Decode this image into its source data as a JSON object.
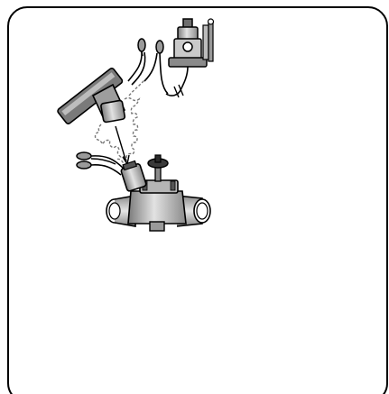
{
  "diagram": {
    "components": [
      {
        "name": "irrigation-controller",
        "icon": "controller-icon"
      },
      {
        "name": "remote-sensor-head",
        "icon": "sensor-head-icon"
      },
      {
        "name": "coiled-cable",
        "icon": "coiled-cable-icon"
      },
      {
        "name": "wire-connectors",
        "icon": "wire-nut-icon"
      },
      {
        "name": "solenoid-valve",
        "icon": "valve-icon"
      }
    ],
    "colors": {
      "outline": "#000000",
      "metal_dark": "#6e6e6e",
      "metal_mid": "#a8a8a8",
      "metal_light": "#d6d6d6",
      "background": "#ffffff"
    }
  }
}
